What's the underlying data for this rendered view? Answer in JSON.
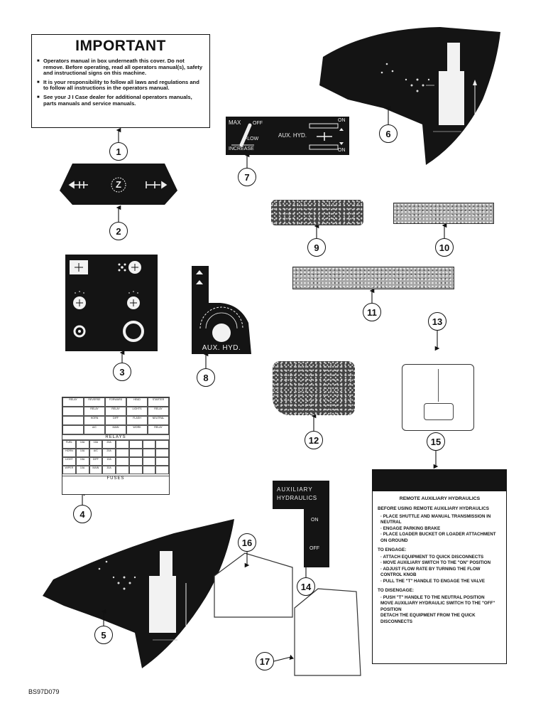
{
  "diagram_id": "BS97D079",
  "callouts": [
    "1",
    "2",
    "3",
    "4",
    "5",
    "6",
    "7",
    "8",
    "9",
    "10",
    "11",
    "12",
    "13",
    "14",
    "15",
    "16",
    "17"
  ],
  "decal1": {
    "title": "IMPORTANT",
    "bullets": [
      "Operators manual in box underneath this cover. Do not remove. Before operating, read all operators manual(s), safety and instructional signs on this machine.",
      "It is your responsibility to follow all laws and regulations and to follow all instructions in the operators manual.",
      "See your J I Case dealer for additional operators manuals, parts manuals and service manuals."
    ]
  },
  "decal2": {
    "symbol": "Z"
  },
  "decal7": {
    "max": "MAX",
    "off": "OFF",
    "flow": "FLOW",
    "increase": "INCREASE",
    "aux_hyd": "AUX. HYD.",
    "on_top": "ON",
    "on_bottom": "ON"
  },
  "decal8": {
    "label": "AUX. HYD."
  },
  "decal4": {
    "relays": "RELAYS",
    "fuses": "FUSES"
  },
  "decal14": {
    "title_line1": "AUXILIARY",
    "title_line2": "HYDRAULICS",
    "on": "ON",
    "off": "OFF"
  },
  "decal15": {
    "header": "REMOTE AUXILIARY HYDRAULICS",
    "before_heading": "BEFORE USING REMOTE AUXILIARY HYDRAULICS",
    "before_steps": [
      "· PLACE SHUTTLE AND MANUAL TRANSMISSION IN NEUTRAL",
      "· ENGAGE PARKING BRAKE",
      "· PLACE LOADER BUCKET OR LOADER ATTACHMENT ON GROUND"
    ],
    "engage_heading": "TO ENGAGE:",
    "engage_steps": [
      "· ATTACH EQUIPMENT TO QUICK DISCONNECTS",
      "· MOVE AUXILIARY SWITCH TO THE \"ON\" POSITION",
      "· ADJUST FLOW RATE BY TURNING THE FLOW CONTROL KNOB",
      "· PULL THE \"T\" HANDLE TO ENGAGE THE VALVE"
    ],
    "disengage_heading": "TO DISENGAGE:",
    "disengage_steps": [
      "· PUSH \"T\" HANDLE TO THE NEUTRAL POSITION",
      "MOVE AUXILIARY HYDRAULIC SWITCH TO THE \"OFF\" POSITION",
      "DETACH THE EQUIPMENT FROM THE QUICK DISCONNECTS"
    ]
  }
}
